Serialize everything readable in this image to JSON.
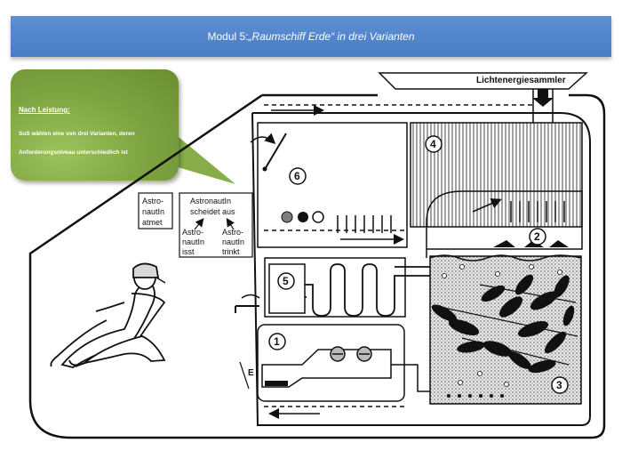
{
  "banner": {
    "prefix": "Modul 5: ",
    "title": "„Raumschiff Erde“ in drei Varianten"
  },
  "callout": {
    "title": "Nach Leistung:",
    "text": "SuS wählen eine von drei Varianten, deren Anforderungsniveau unterschiedlich ist"
  },
  "diagram": {
    "collector_label": "Lichtenergiesammler",
    "numbers": [
      "1",
      "2",
      "3",
      "4",
      "5",
      "6"
    ],
    "label_breathes": [
      "Astro-",
      "nautIn",
      "atmet"
    ],
    "label_excretes": [
      "AstronautIn",
      "scheidet aus"
    ],
    "label_eats": [
      "Astro-",
      "nautIn",
      "isst"
    ],
    "label_drinks": [
      "Astro-",
      "nautIn",
      "trinkt"
    ],
    "e_label": "E"
  }
}
